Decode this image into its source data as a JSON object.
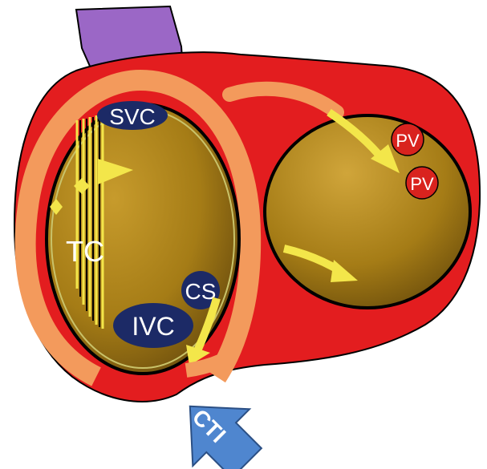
{
  "labels": {
    "svc": "SVC",
    "tc": "TC",
    "cs": "CS",
    "ivc": "IVC",
    "pv_upper": "PV",
    "pv_lower": "PV",
    "cti": "CTI"
  },
  "colors": {
    "background": "#ffffff",
    "heart_wall": "#e31d1f",
    "chamber_fill": "#a07a15",
    "orange_ring": "#f39a5c",
    "svc_vessel": "#9b67c6",
    "navy": "#1c2a66",
    "yellow": "#f3e64a",
    "pv_red": "#d9231e",
    "cti_blue": "#4f86cf",
    "outline": "#000000"
  },
  "icons": {
    "cti_arrow": "arrow-up-left-icon",
    "circulation_arrows": "curved-arrow-icon"
  }
}
